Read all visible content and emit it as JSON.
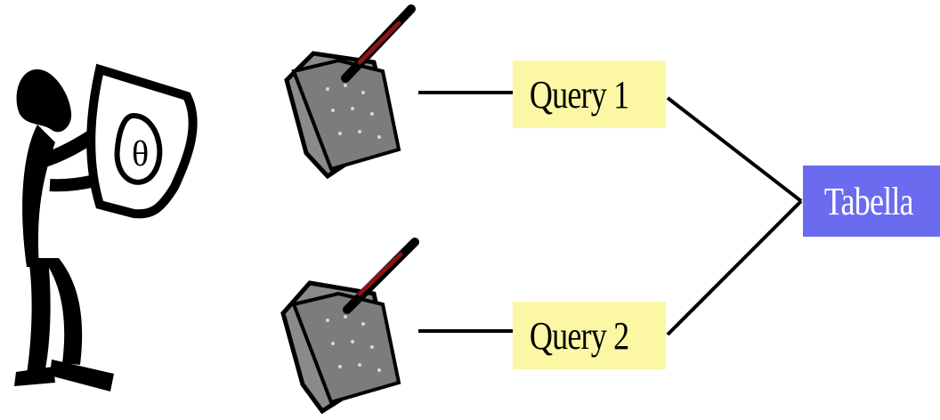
{
  "queries": [
    {
      "label": "Query 1"
    },
    {
      "label": "Query 2"
    }
  ],
  "target": {
    "label": "Tabella"
  },
  "colors": {
    "query_box": "#fbf7a4",
    "target_box": "#6b6bf0",
    "target_text": "#ffffff",
    "ink": "#000000",
    "document": "#8a8a8a",
    "pen": "#8a1414"
  },
  "icons": {
    "figure": "person-with-sign-icon",
    "documents": [
      "document-with-pen-icon",
      "document-with-pen-icon"
    ]
  }
}
